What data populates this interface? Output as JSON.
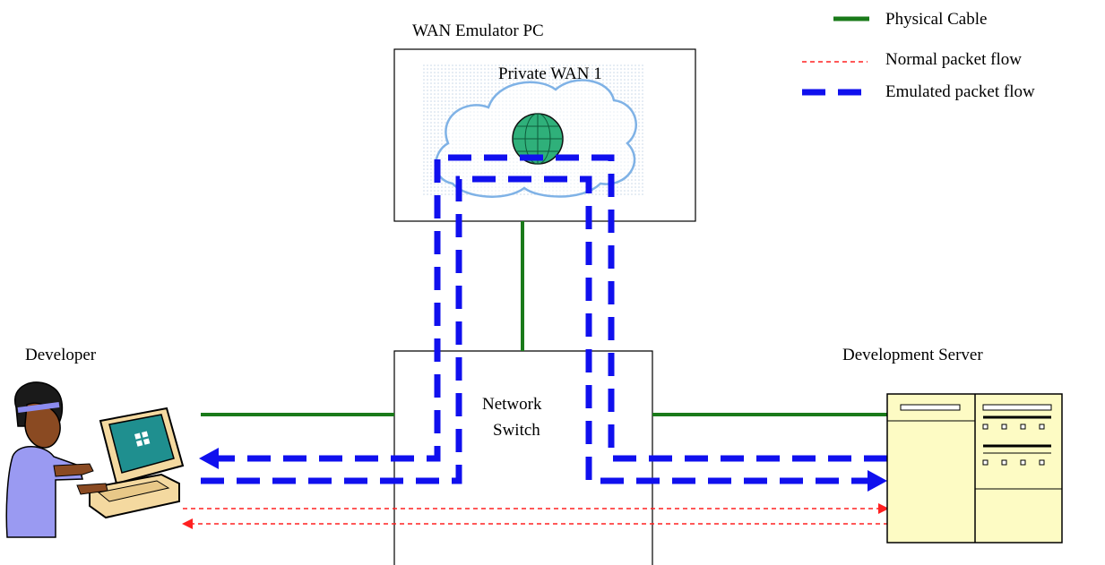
{
  "legend": {
    "items": [
      {
        "label": "Physical Cable",
        "style": "solid",
        "color": "#1a7a1a"
      },
      {
        "label": "Normal packet flow",
        "style": "dotted",
        "color": "#ff2020"
      },
      {
        "label": "Emulated packet flow",
        "style": "dashed",
        "color": "#1010ee"
      }
    ]
  },
  "nodes": {
    "wan_pc": {
      "title": "WAN Emulator PC",
      "inner_label": "Private WAN 1"
    },
    "switch": {
      "line1": "Network",
      "line2": "Switch"
    },
    "developer": {
      "label": "Developer"
    },
    "server": {
      "label": "Development Server"
    }
  },
  "colors": {
    "cable": "#1a7a1a",
    "normal_flow": "#ff2020",
    "emulated_flow": "#1010ee",
    "server_fill": "#fdfbc4",
    "cloud_stroke": "#7fb2e6",
    "globe": "#2fb07a"
  }
}
